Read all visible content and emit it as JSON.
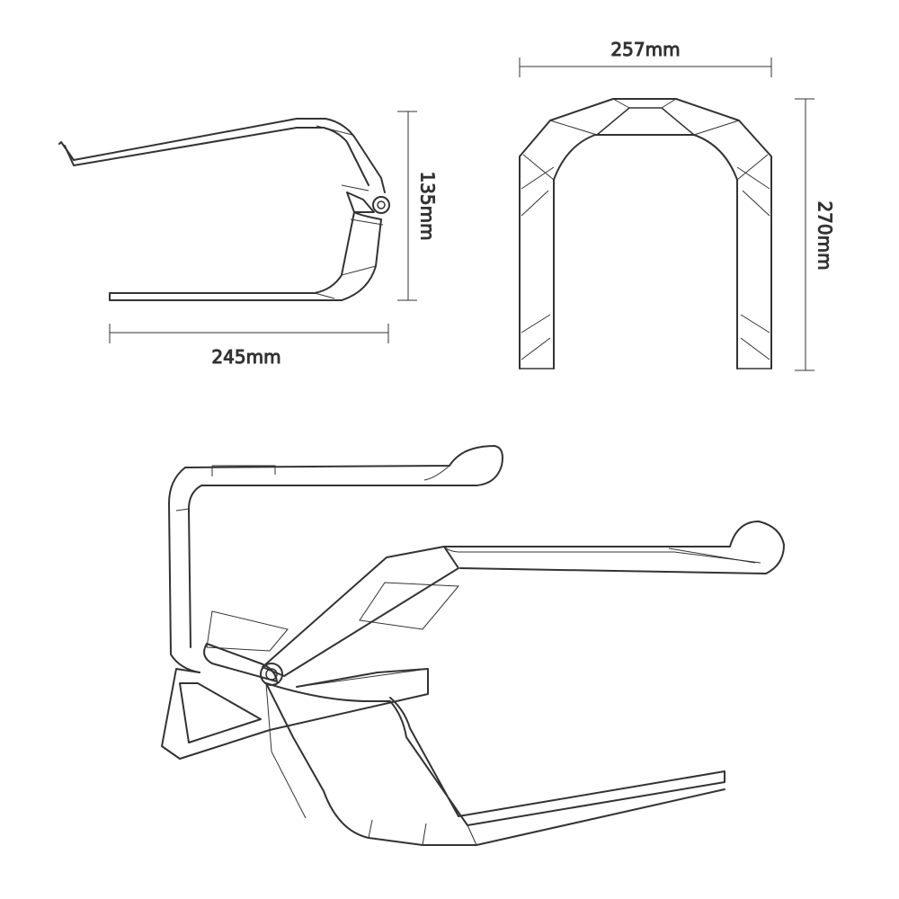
{
  "colors": {
    "line": "#333333",
    "background": "#ffffff"
  },
  "dimensions": {
    "side_width": "245mm",
    "side_height": "135mm",
    "front_width": "257mm",
    "front_height": "270mm"
  },
  "views": [
    {
      "name": "side-view"
    },
    {
      "name": "front-view"
    },
    {
      "name": "isometric-view"
    }
  ]
}
